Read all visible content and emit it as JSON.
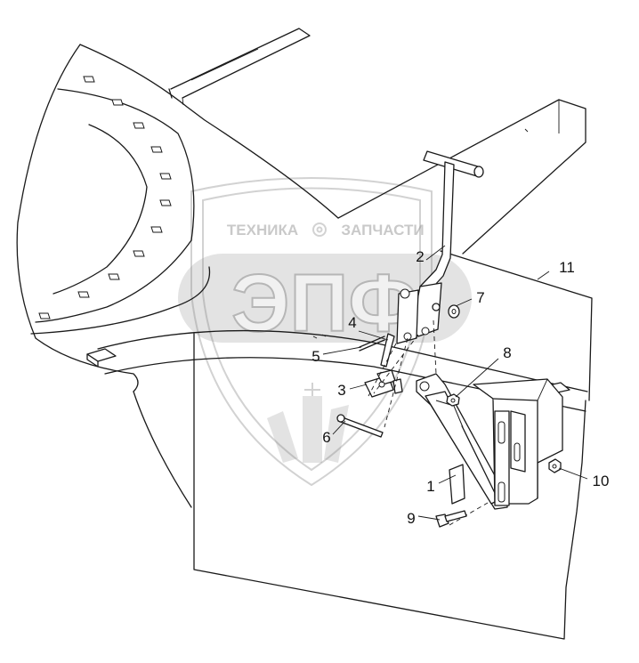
{
  "diagram": {
    "callouts": [
      {
        "id": "c1",
        "label": "1"
      },
      {
        "id": "c2",
        "label": "2"
      },
      {
        "id": "c3",
        "label": "3"
      },
      {
        "id": "c4",
        "label": "4"
      },
      {
        "id": "c5",
        "label": "5"
      },
      {
        "id": "c6",
        "label": "6"
      },
      {
        "id": "c7",
        "label": "7"
      },
      {
        "id": "c8",
        "label": "8"
      },
      {
        "id": "c9",
        "label": "9"
      },
      {
        "id": "c10",
        "label": "10"
      },
      {
        "id": "c11",
        "label": "11"
      }
    ]
  },
  "watermark": {
    "top_left": "ТЕХНИКА",
    "top_right": "ЗАПЧАСТИ",
    "logo_letters": "ЭПФ",
    "color": "#7f7f7f"
  }
}
